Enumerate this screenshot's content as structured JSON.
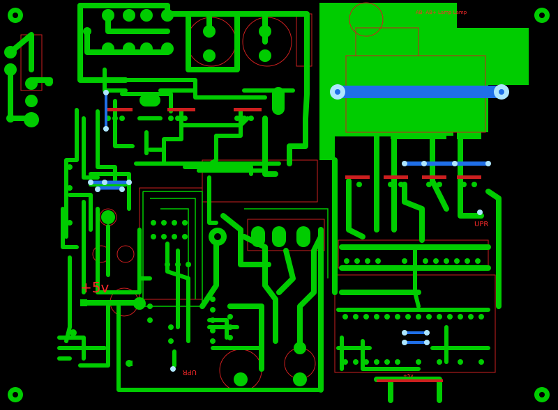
{
  "board": {
    "label_5v": "+5v",
    "label_upr_right": "UPR",
    "label_upr_bottom": "UPR",
    "label_ab_top": "AB-  AB+ Lamp Lamp",
    "label_plus5v_small": "+5v"
  },
  "colors": {
    "background": "#000000",
    "copper_top": "#00cc00",
    "copper_bottom": "#1f6fe8",
    "silkscreen": "#cc1f1f",
    "pad_ring": "#aee6ff",
    "drill": "#000000",
    "red_text": "#ff2a2a"
  }
}
